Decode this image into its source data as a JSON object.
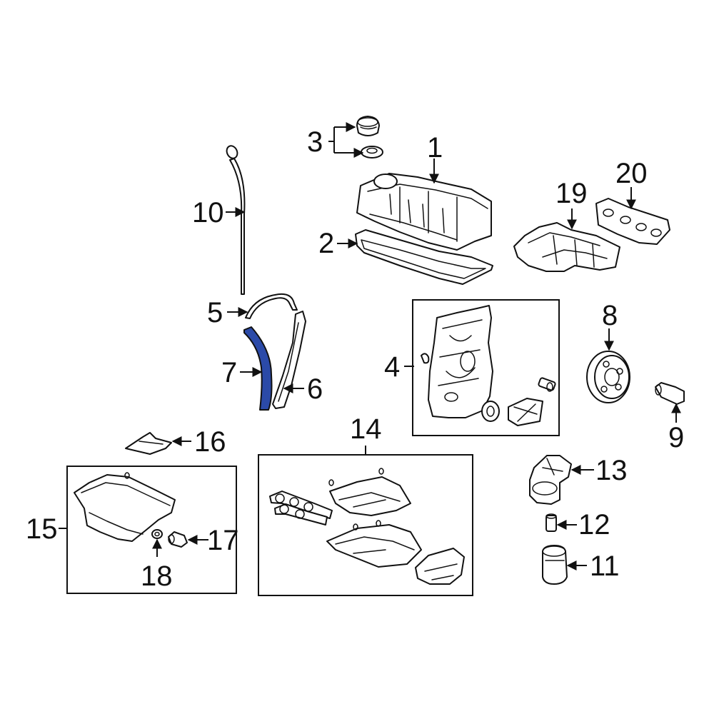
{
  "colors": {
    "line": "#111111",
    "background": "#ffffff",
    "highlight_part": "#2b4aa8"
  },
  "highlighted_part": "7",
  "callouts": {
    "c1": "1",
    "c2": "2",
    "c3": "3",
    "c4": "4",
    "c5": "5",
    "c6": "6",
    "c7": "7",
    "c8": "8",
    "c9": "9",
    "c10": "10",
    "c11": "11",
    "c12": "12",
    "c13": "13",
    "c14": "14",
    "c15": "15",
    "c16": "16",
    "c17": "17",
    "c18": "18",
    "c19": "19",
    "c20": "20"
  }
}
